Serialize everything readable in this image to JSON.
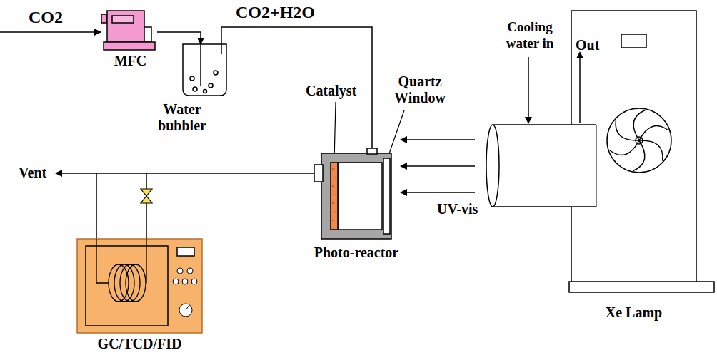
{
  "diagram": {
    "nodes": [
      {
        "text": [
          "MFC"
        ]
      },
      {
        "text": [
          "Water bubbler"
        ]
      },
      {
        "text": [
          "Photo-reactor"
        ]
      },
      {
        "text": [
          "Xe Lamp"
        ]
      },
      {
        "text": [
          "GC/TCD/FID"
        ]
      }
    ],
    "edges": [
      {
        "from": 0,
        "to": 1,
        "arrow": "to"
      },
      {
        "from": 1,
        "to": 2,
        "arrow": "to"
      },
      {
        "from": 2,
        "to": 4,
        "arrow": "none"
      }
    ],
    "labels": [
      "CO2",
      "CO2+H2O",
      "Catalyst",
      "Quartz Window",
      "Cooling water in",
      "Out",
      "UV-vis",
      "Vent"
    ]
  }
}
